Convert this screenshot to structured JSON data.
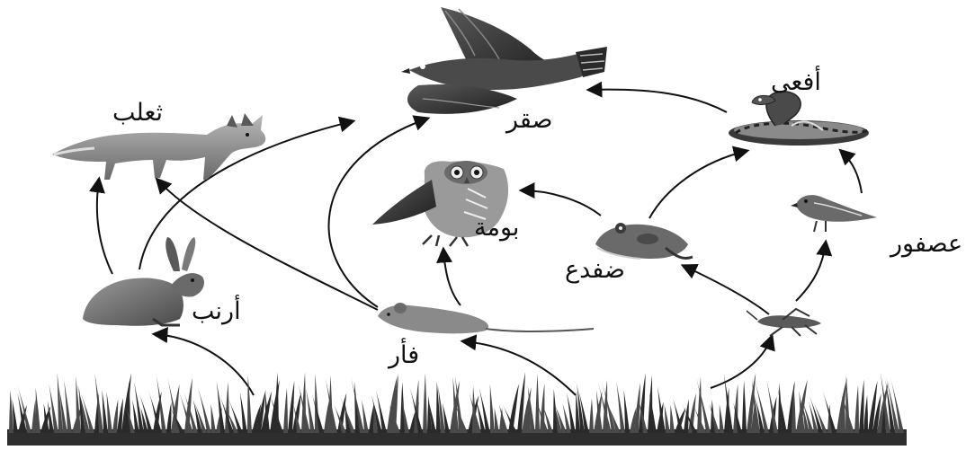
{
  "labels": {
    "fox": "ثعلب",
    "falcon": "صقر",
    "viper": "أفعى",
    "owl": "بومة",
    "frog": "ضفدع",
    "sparrow": "عصفور",
    "rabbit": "أرنب",
    "mouse": "فأر"
  },
  "colors": {
    "arrow": "#111111",
    "animal_dark": "#3a3a3a",
    "animal_mid": "#7a7a7a",
    "animal_light": "#c8c8c8",
    "grass": "#2e2e2e"
  }
}
